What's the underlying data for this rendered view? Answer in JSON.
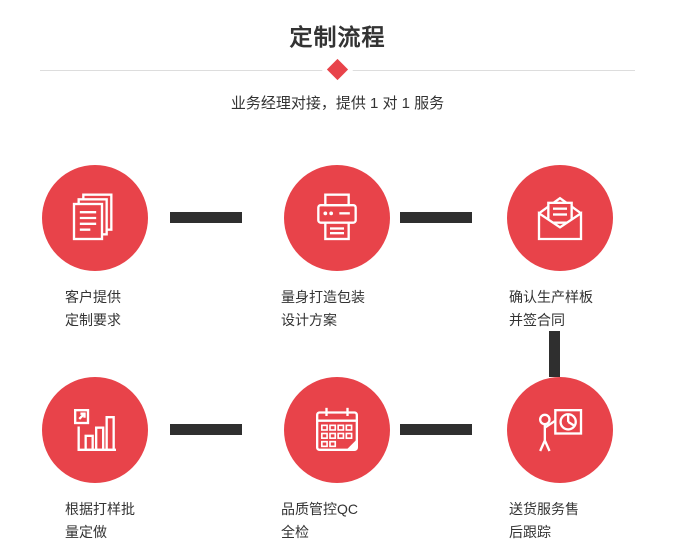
{
  "header": {
    "title": "定制流程",
    "subtitle": "业务经理对接，提供 1 对 1 服务"
  },
  "colors": {
    "accent_red": "#e8434a",
    "connector_dark": "#2f2f2f",
    "divider_gray": "#dddddd",
    "text": "#333333"
  },
  "steps": [
    {
      "icon": "documents",
      "lines": [
        "客户提供",
        "定制要求"
      ]
    },
    {
      "icon": "printer",
      "lines": [
        "量身打造包装",
        "设计方案"
      ]
    },
    {
      "icon": "envelope",
      "lines": [
        "确认生产样板",
        "并签合同"
      ]
    },
    {
      "icon": "bar-chart",
      "lines": [
        "根据打样批",
        "量定做"
      ]
    },
    {
      "icon": "calendar",
      "lines": [
        "品质管控QC",
        "全检"
      ]
    },
    {
      "icon": "presentation",
      "lines": [
        "送货服务售",
        "后跟踪"
      ]
    }
  ]
}
